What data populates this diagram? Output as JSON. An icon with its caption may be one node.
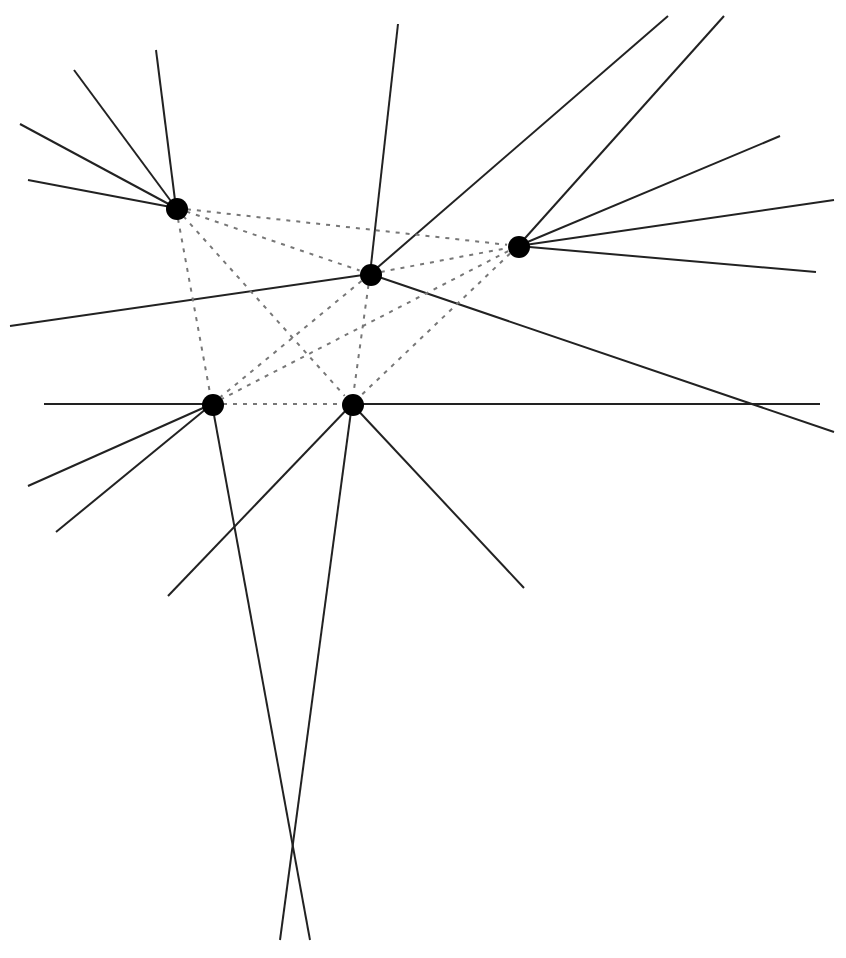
{
  "diagram": {
    "nodes": [
      {
        "text": [],
        "shape": "circle"
      },
      {
        "text": [],
        "shape": "circle"
      },
      {
        "text": [],
        "shape": "circle"
      },
      {
        "text": [],
        "shape": "circle"
      },
      {
        "text": [],
        "shape": "circle"
      }
    ],
    "edges": [
      {
        "from": 0,
        "to": 1,
        "arrow": "none",
        "style": "dashed"
      },
      {
        "from": 0,
        "to": 2,
        "arrow": "none",
        "style": "dashed"
      },
      {
        "from": 0,
        "to": 3,
        "arrow": "none",
        "style": "dashed"
      },
      {
        "from": 0,
        "to": 4,
        "arrow": "none",
        "style": "dashed"
      },
      {
        "from": 1,
        "to": 2,
        "arrow": "none",
        "style": "dashed"
      },
      {
        "from": 1,
        "to": 3,
        "arrow": "none",
        "style": "dashed"
      },
      {
        "from": 1,
        "to": 4,
        "arrow": "none",
        "style": "dashed"
      },
      {
        "from": 2,
        "to": 3,
        "arrow": "none",
        "style": "dashed"
      },
      {
        "from": 2,
        "to": 4,
        "arrow": "none",
        "style": "dashed"
      },
      {
        "from": 3,
        "to": 4,
        "arrow": "none",
        "style": "dashed"
      }
    ]
  }
}
